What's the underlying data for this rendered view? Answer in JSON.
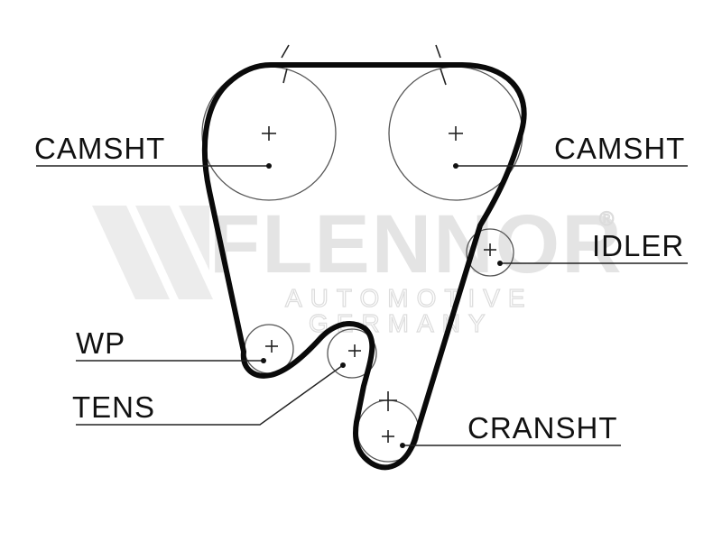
{
  "diagram": {
    "labels": {
      "camshaft_left": "CAMSHT",
      "camshaft_right": "CAMSHT",
      "idler": "IDLER",
      "water_pump": "WP",
      "tensioner": "TENS",
      "crankshaft": "CRANSHT"
    },
    "watermark": {
      "brand": "FLENNOR",
      "line1": "AUTOMOTIVE",
      "line2": "GERMANY",
      "registered": "®"
    },
    "colors": {
      "belt": "#0a0a0a",
      "text": "#111111",
      "watermark": "#e4e4e4"
    }
  }
}
